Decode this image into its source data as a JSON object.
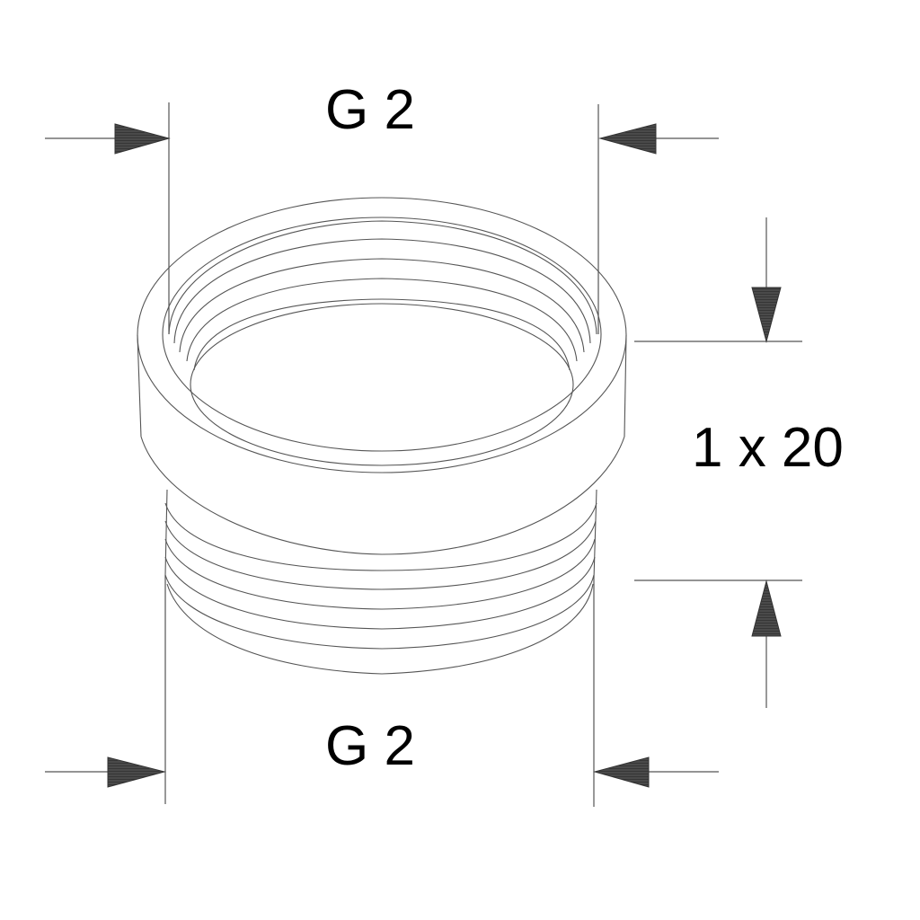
{
  "drawing": {
    "top_thread_label": "G 2",
    "bottom_thread_label": "G 2",
    "height_dimension_label": "1 x 20"
  },
  "colors": {
    "line": "#555555",
    "arrow": "#333333",
    "background": "#ffffff"
  }
}
